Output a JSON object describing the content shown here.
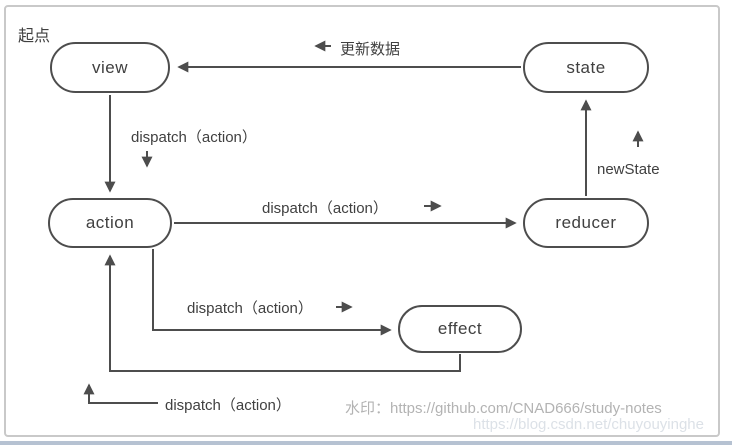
{
  "diagram": {
    "start_label": "起点",
    "nodes": {
      "view": "view",
      "state": "state",
      "action": "action",
      "reducer": "reducer",
      "effect": "effect"
    },
    "edge_labels": {
      "update_data": "更新数据",
      "dispatch_view_to_action": "dispatch（action）",
      "dispatch_action_to_reducer": "dispatch（action）",
      "dispatch_action_to_effect": "dispatch（action）",
      "dispatch_effect_to_action": "dispatch（action）",
      "new_state": "newState"
    },
    "colors": {
      "line": "#4d4d4d",
      "text": "#404040",
      "frame_border": "#c9c9c9",
      "watermark_primary": "#b3b3b3",
      "watermark_secondary": "#dce1e7",
      "bottom_strip": "#b6c2d2"
    }
  },
  "watermark": {
    "line1": "水印：https://github.com/CNAD666/study-notes",
    "line2": "https://blog.csdn.net/chuyouyinghe"
  }
}
